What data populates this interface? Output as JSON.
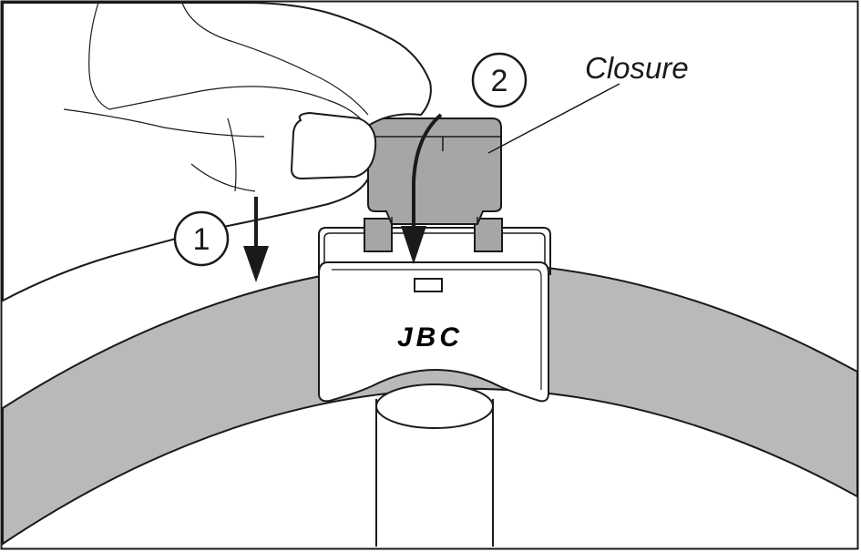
{
  "steps": [
    {
      "number": "1"
    },
    {
      "number": "2"
    }
  ],
  "callout": {
    "label": "Closure"
  },
  "logo_text": "JBC",
  "colors": {
    "outline": "#1a1a1a",
    "band_fill": "#b9b9b9",
    "closure_fill": "#a6a6a6",
    "clip_fill": "#ffffff",
    "background": "#ffffff"
  },
  "icons": {
    "step_1": "arrow-down-icon",
    "step_2": "curved-arrow-down-icon"
  }
}
